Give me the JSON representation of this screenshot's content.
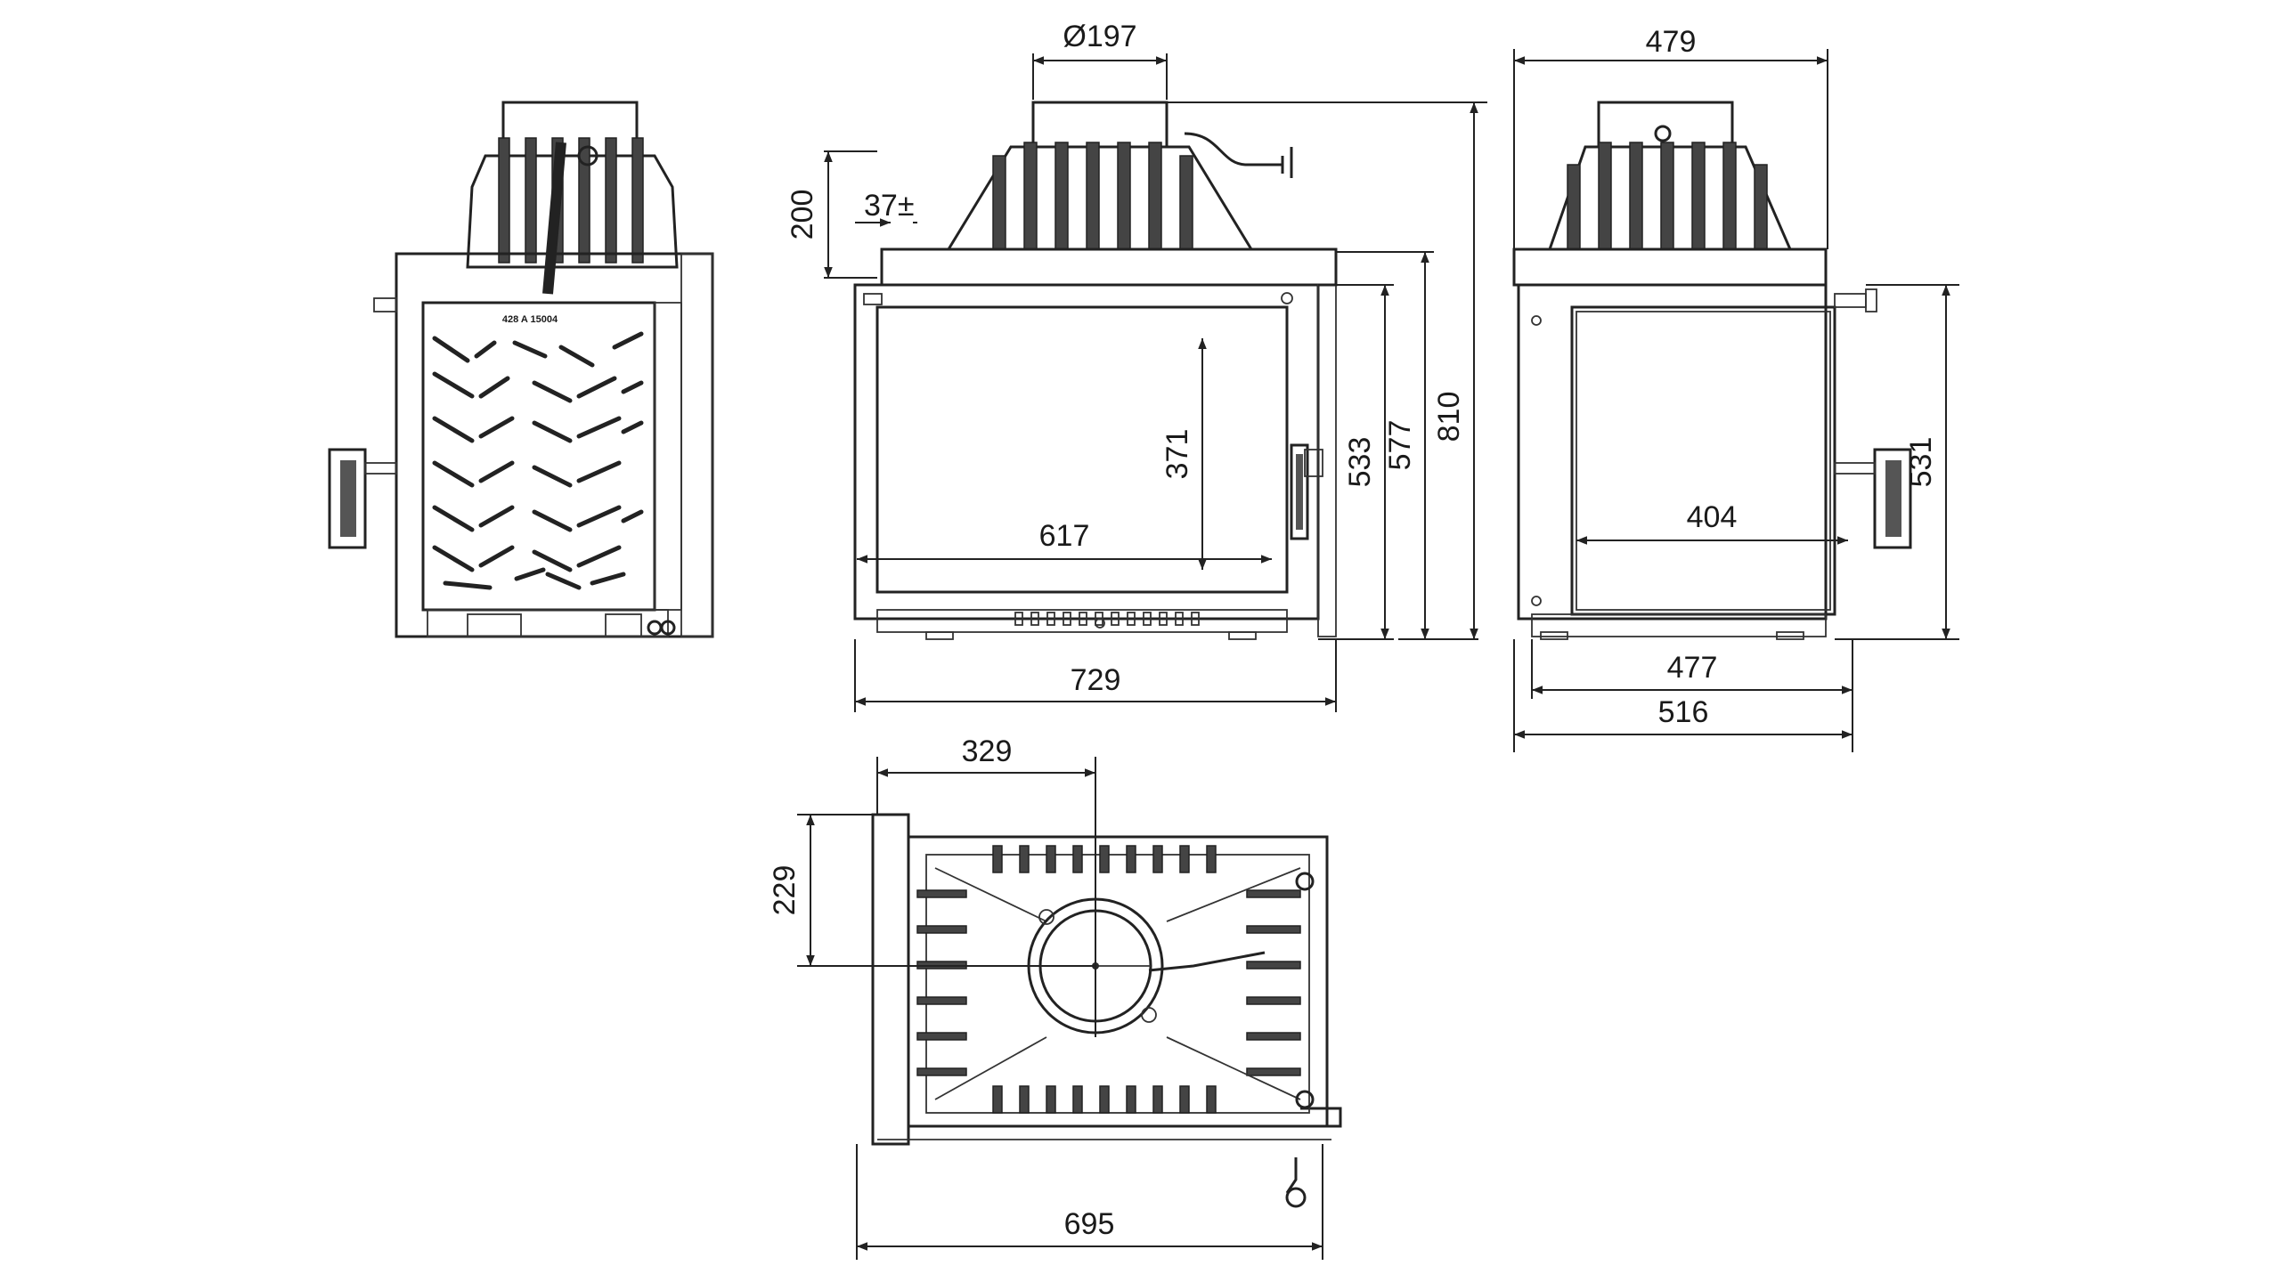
{
  "dimensions": {
    "flue_diameter": "Ø197",
    "overall_width": "479",
    "top_height": "200",
    "offset": "37±",
    "door_height": "533",
    "body_height": "577",
    "total_height": "810",
    "glass_height": "371",
    "glass_width": "617",
    "front_width": "729",
    "side_height": "531",
    "side_glass_width": "404",
    "side_inner_width": "477",
    "side_outer_width": "516",
    "flue_offset": "329",
    "flue_depth": "229",
    "top_width": "695"
  },
  "plate_text": "428 A 15004"
}
